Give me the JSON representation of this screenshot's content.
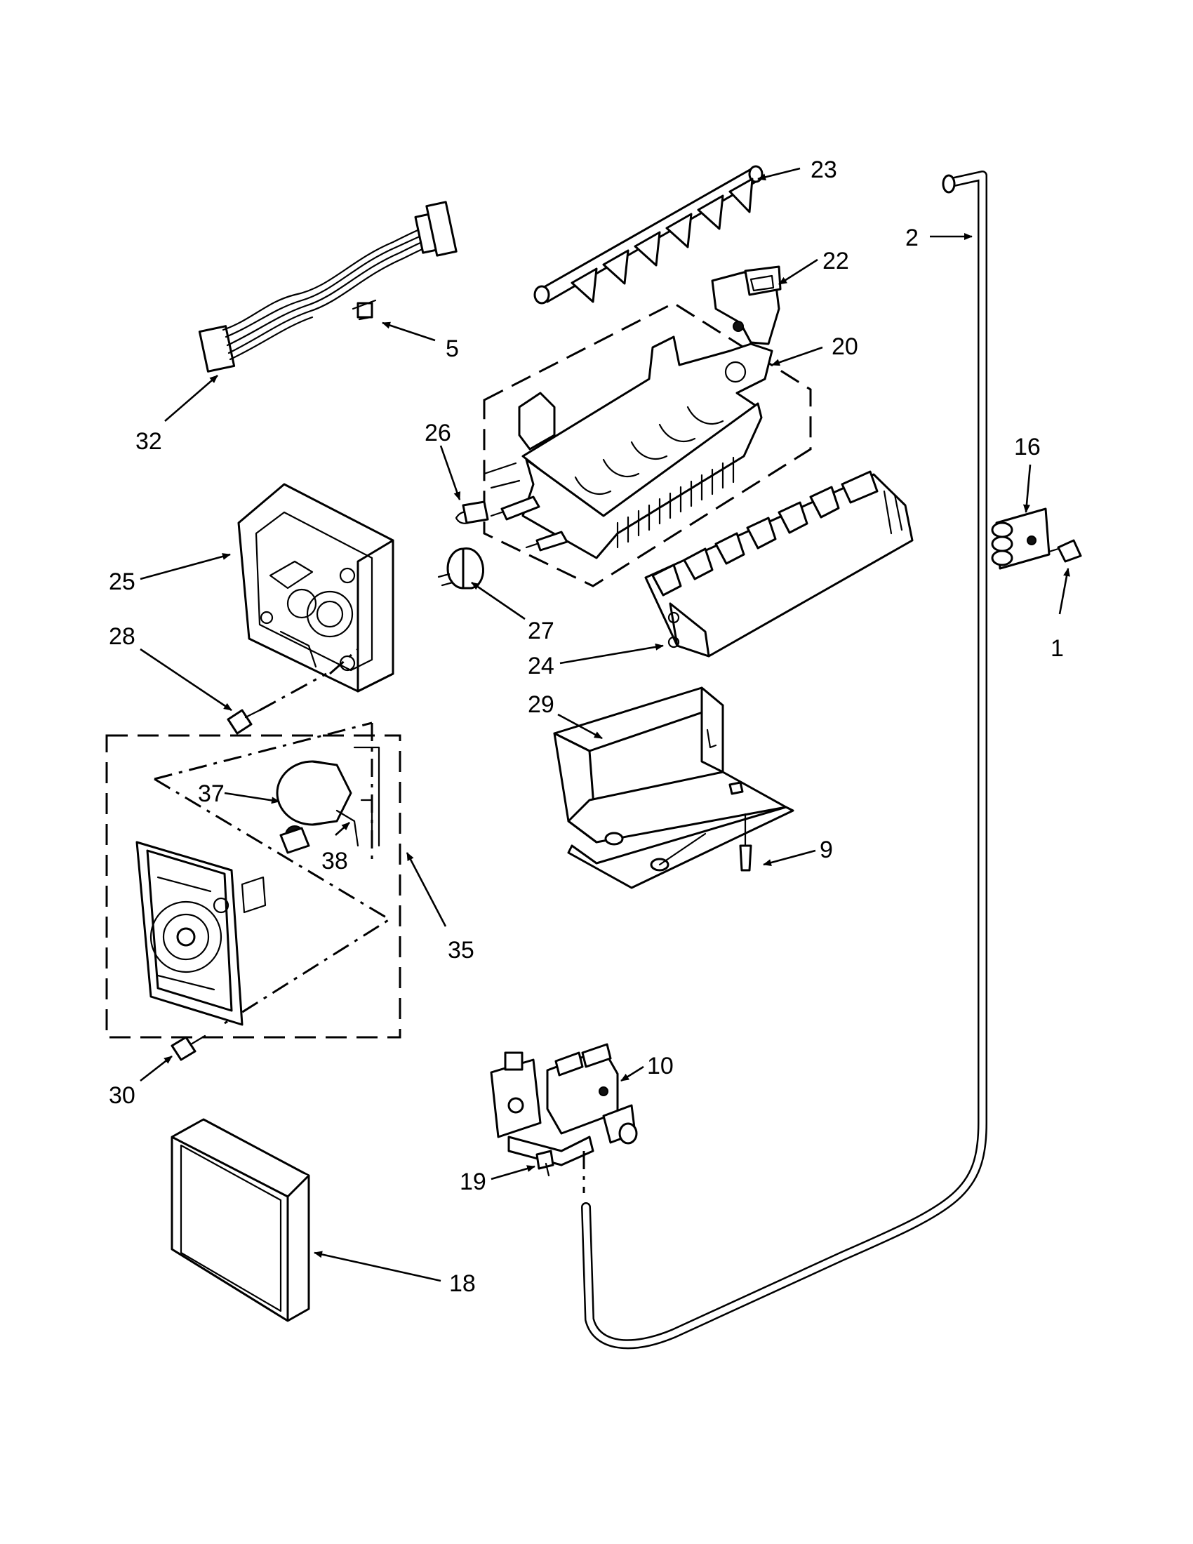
{
  "diagram": {
    "callouts": [
      "1",
      "2",
      "5",
      "9",
      "10",
      "16",
      "18",
      "19",
      "20",
      "22",
      "23",
      "24",
      "25",
      "26",
      "27",
      "28",
      "29",
      "30",
      "32",
      "35",
      "37",
      "38"
    ]
  }
}
